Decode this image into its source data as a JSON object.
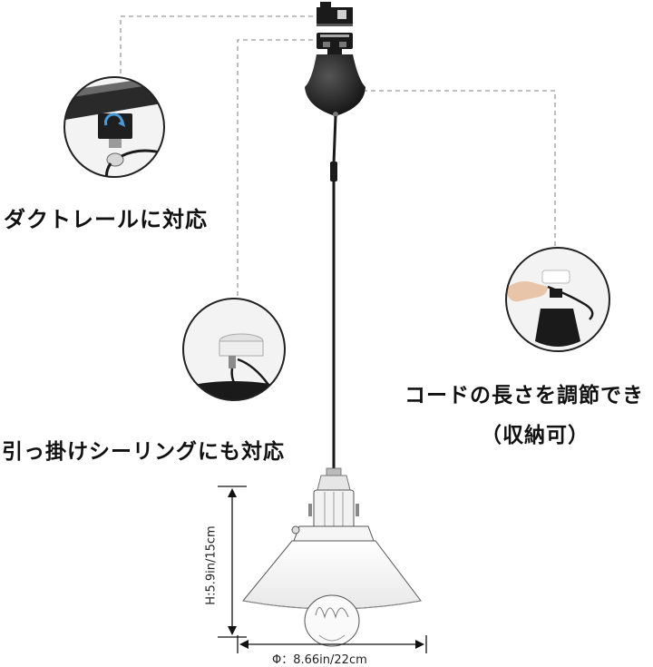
{
  "captions": {
    "track": "ダクトレールに対応",
    "hook_ceiling": "引っ掛けシーリングにも対応",
    "cord_adjust": "コードの長さを調節でき",
    "storable": "（収納可）"
  },
  "dimensions": {
    "height_label": "H:5.9in/15cm",
    "width_label": "Φ：8.66in/22cm"
  },
  "colors": {
    "fixture_black": "#1a1a1a",
    "dashed_line": "#9a9a9a",
    "shade_white": "#f4f4f4"
  }
}
